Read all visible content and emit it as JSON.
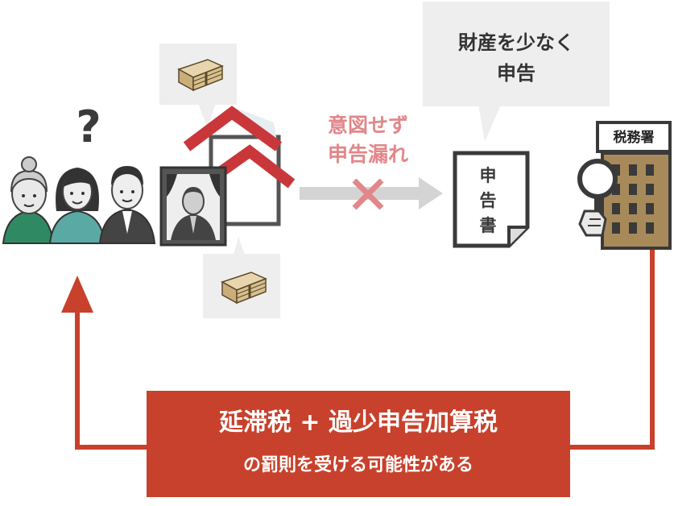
{
  "bubble": {
    "line1": "財産を少なく",
    "line2": "申告"
  },
  "omission": {
    "line1": "意図せず",
    "line2": "申告漏れ"
  },
  "document": {
    "chars": [
      "申",
      "告",
      "書"
    ]
  },
  "tax_office": {
    "label": "税務署"
  },
  "question": {
    "mark": "?"
  },
  "penalty": {
    "title": "延滞税 + 過少申告加算税",
    "subtitle": "の罰則を受ける可能性がある"
  },
  "colors": {
    "red": "#c8412c",
    "roof_red": "#c9373a",
    "pink_text": "#e2878a",
    "bubble_bg": "#eeeeee",
    "arrow_gray": "#d4d4d4",
    "dark": "#3a3a3a",
    "building_tan": "#a88a5a",
    "money_tan": "#d2b98a",
    "shirt_teal": "#5aa9a5",
    "shirt_green": "#2f8a64"
  }
}
